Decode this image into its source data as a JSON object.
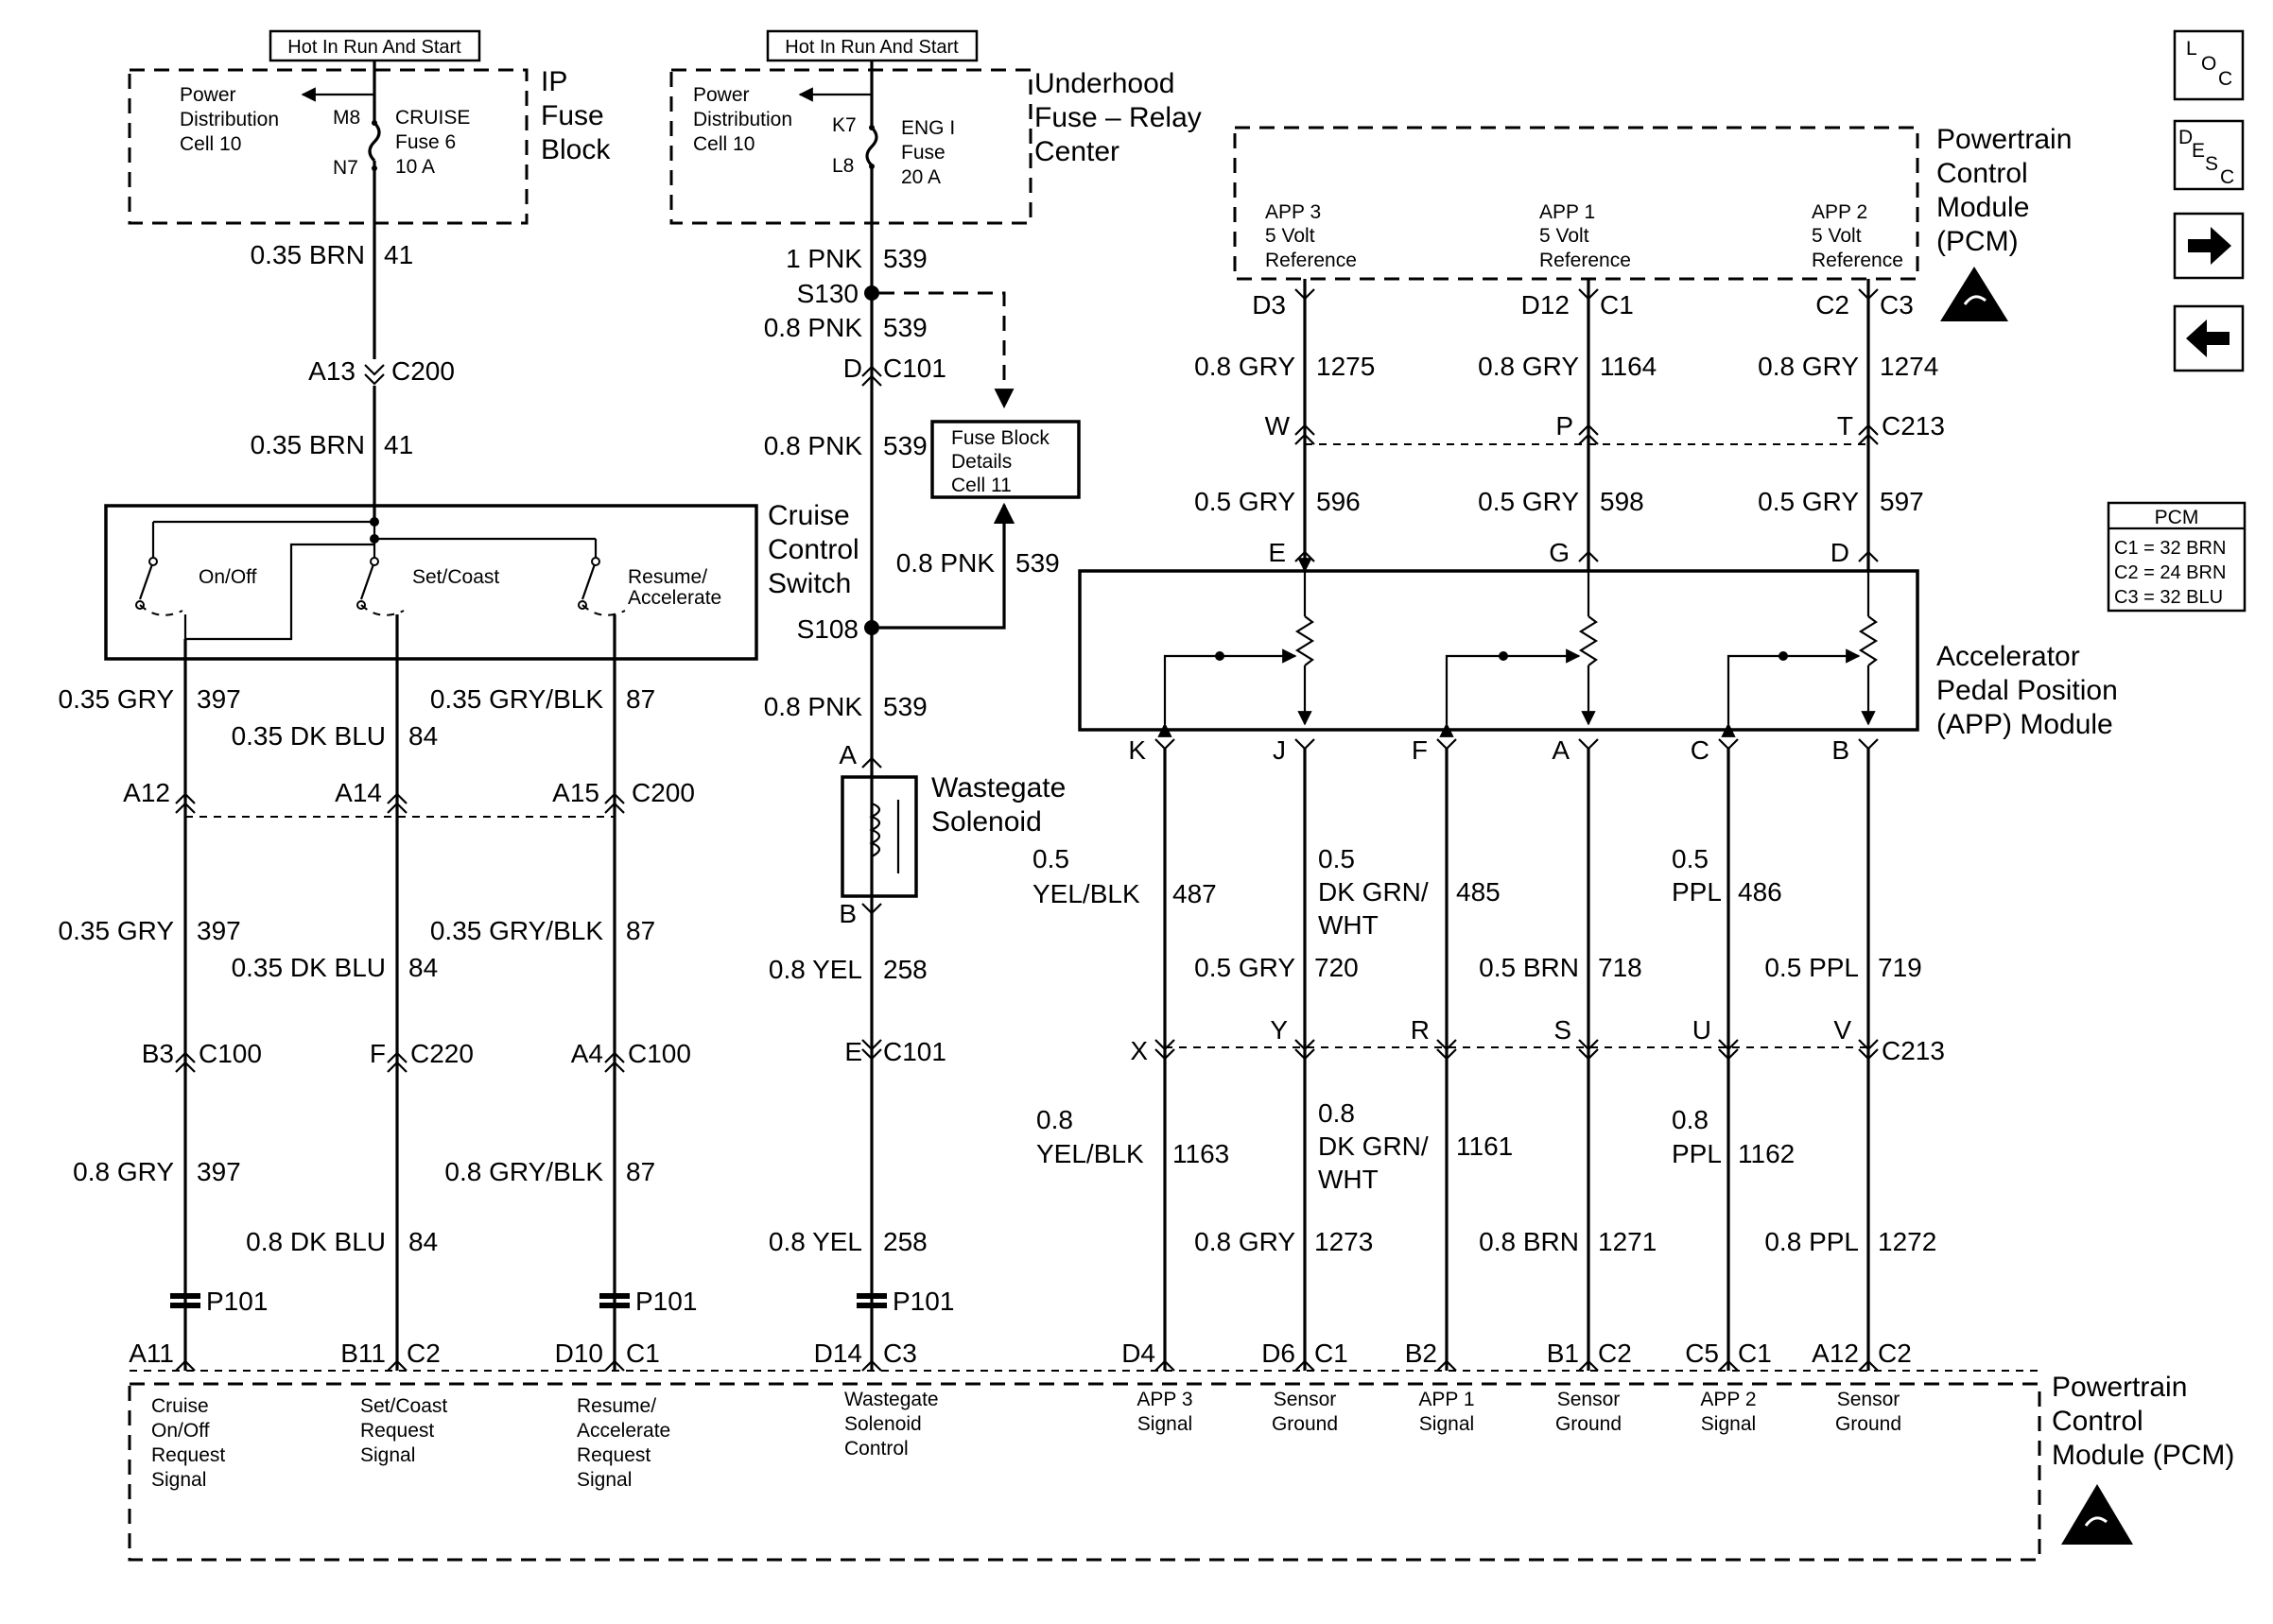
{
  "left_block": {
    "hot_label": "Hot In Run And Start",
    "src_text": [
      "Power",
      "Distribution",
      "Cell 10"
    ],
    "pin_in": "M8",
    "pin_out": "N7",
    "fuse_text": [
      "CRUISE",
      "Fuse 6",
      "10 A"
    ],
    "title": [
      "IP",
      "Fuse",
      "Block"
    ]
  },
  "mid_block": {
    "hot_label": "Hot In Run And Start",
    "src_text": [
      "Power",
      "Distribution",
      "Cell 10"
    ],
    "pin_in": "K7",
    "pin_out": "L8",
    "fuse_text": [
      "ENG I",
      "Fuse",
      "20 A"
    ],
    "title": [
      "Underhood",
      "Fuse – Relay",
      "Center"
    ]
  },
  "pcm_top": {
    "refs": [
      [
        "APP 3",
        "5 Volt",
        "Reference"
      ],
      [
        "APP 1",
        "5 Volt",
        "Reference"
      ],
      [
        "APP 2",
        "5 Volt",
        "Reference"
      ]
    ],
    "title": [
      "Powertrain",
      "Control",
      "Module",
      "(PCM)"
    ]
  },
  "nav": {
    "loc_icon": "loc-icon",
    "desc_icon": "desc-icon",
    "next_icon": "arrow-right-icon",
    "prev_icon": "arrow-left-icon"
  },
  "pcm_legend": {
    "title": "PCM",
    "rows": [
      "C1 = 32 BRN",
      "C2 = 24 BRN",
      "C3 = 32 BLU"
    ]
  },
  "cruise_switch": {
    "title": [
      "Cruise",
      "Control",
      "Switch"
    ],
    "positions": [
      "On/Off",
      "Set/Coast",
      "Resume/",
      "Accelerate"
    ]
  },
  "splices": {
    "s130": "S130",
    "s108": "S108"
  },
  "fuse_details": [
    "Fuse Block",
    "Details",
    "Cell 11"
  ],
  "wastegate": {
    "title": [
      "Wastegate",
      "Solenoid"
    ],
    "pin_a": "A",
    "pin_b": "B"
  },
  "app_module": {
    "title": [
      "Accelerator",
      "Pedal Position",
      "(APP) Module"
    ],
    "pins_top": [
      "E",
      "G",
      "D"
    ],
    "pins_bottom": [
      "K",
      "J",
      "F",
      "A",
      "C",
      "B"
    ]
  },
  "wires_left": {
    "w1": [
      "0.35 BRN",
      "41"
    ],
    "c200_top": [
      "A13",
      "C200"
    ],
    "w2": [
      "0.35 BRN",
      "41"
    ],
    "gry397": [
      "0.35 GRY",
      "397"
    ],
    "blu84": [
      "0.35 DK BLU",
      "84"
    ],
    "gb87": [
      "0.35 GRY/BLK",
      "87"
    ],
    "c200": [
      "A12",
      "A14",
      "A15",
      "C200"
    ],
    "gry397b": [
      "0.35 GRY",
      "397"
    ],
    "blu84b": [
      "0.35 DK BLU",
      "84"
    ],
    "gb87b": [
      "0.35 GRY/BLK",
      "87"
    ],
    "c100a": [
      "B3",
      "C100"
    ],
    "c220": [
      "F",
      "C220"
    ],
    "c100b": [
      "A4",
      "C100"
    ],
    "gry397c": [
      "0.8 GRY",
      "397"
    ],
    "gb87c": [
      "0.8 GRY/BLK",
      "87"
    ],
    "blu84c": [
      "0.8 DK BLU",
      "84"
    ],
    "p101": "P101"
  },
  "wires_mid": {
    "pnk1": [
      "1 PNK",
      "539"
    ],
    "pnk2": [
      "0.8 PNK",
      "539"
    ],
    "c101": [
      "D",
      "C101"
    ],
    "pnk3": [
      "0.8 PNK",
      "539"
    ],
    "pnk4": [
      "0.8 PNK",
      "539"
    ],
    "pnk5": [
      "0.8 PNK",
      "539"
    ],
    "yel1": [
      "0.8 YEL",
      "258"
    ],
    "c101b": [
      "E",
      "C101"
    ],
    "yel2": [
      "0.8 YEL",
      "258"
    ],
    "p101": "P101"
  },
  "wires_right": {
    "top_conn": [
      "D3",
      "D12",
      "C1",
      "C2",
      "C3"
    ],
    "gry_top": [
      [
        "0.8 GRY",
        "1275"
      ],
      [
        "0.8 GRY",
        "1164"
      ],
      [
        "0.8 GRY",
        "1274"
      ]
    ],
    "c213": [
      "W",
      "P",
      "T",
      "C213"
    ],
    "gry_mid": [
      [
        "0.5 GRY",
        "596"
      ],
      [
        "0.5 GRY",
        "598"
      ],
      [
        "0.5 GRY",
        "597"
      ]
    ],
    "sig_a": [
      [
        "0.5",
        "YEL/BLK",
        "487"
      ],
      [
        "0.5",
        "DK GRN/",
        "WHT",
        "485"
      ],
      [
        "0.5",
        "PPL",
        "486"
      ]
    ],
    "gnd_a": [
      [
        "0.5 GRY",
        "720"
      ],
      [
        "0.5 BRN",
        "718"
      ],
      [
        "0.5 PPL",
        "719"
      ]
    ],
    "c213b": [
      "X",
      "Y",
      "R",
      "S",
      "U",
      "V",
      "C213"
    ],
    "sig_b": [
      [
        "0.8",
        "YEL/BLK",
        "1163"
      ],
      [
        "0.8",
        "DK GRN/",
        "WHT",
        "1161"
      ],
      [
        "0.8",
        "PPL",
        "1162"
      ]
    ],
    "gnd_b": [
      [
        "0.8 GRY",
        "1273"
      ],
      [
        "0.8 BRN",
        "1271"
      ],
      [
        "0.8 PPL",
        "1272"
      ]
    ]
  },
  "pcm_bottom": {
    "pins": [
      "A11",
      "B11",
      "C2",
      "D10",
      "C1",
      "D14",
      "C3",
      "D4",
      "D6",
      "C1",
      "B2",
      "B1",
      "C2",
      "C5",
      "C1",
      "A12",
      "C2"
    ],
    "signals": [
      [
        "Cruise",
        "On/Off",
        "Request",
        "Signal"
      ],
      [
        "Set/Coast",
        "Request",
        "Signal"
      ],
      [
        "Resume/",
        "Accelerate",
        "Request",
        "Signal"
      ],
      [
        "Wastegate",
        "Solenoid",
        "Control"
      ],
      [
        "APP 3",
        "Signal"
      ],
      [
        "Sensor",
        "Ground"
      ],
      [
        "APP 1",
        "Signal"
      ],
      [
        "Sensor",
        "Ground"
      ],
      [
        "APP 2",
        "Signal"
      ],
      [
        "Sensor",
        "Ground"
      ]
    ],
    "title": [
      "Powertrain",
      "Control",
      "Module (PCM)"
    ]
  }
}
